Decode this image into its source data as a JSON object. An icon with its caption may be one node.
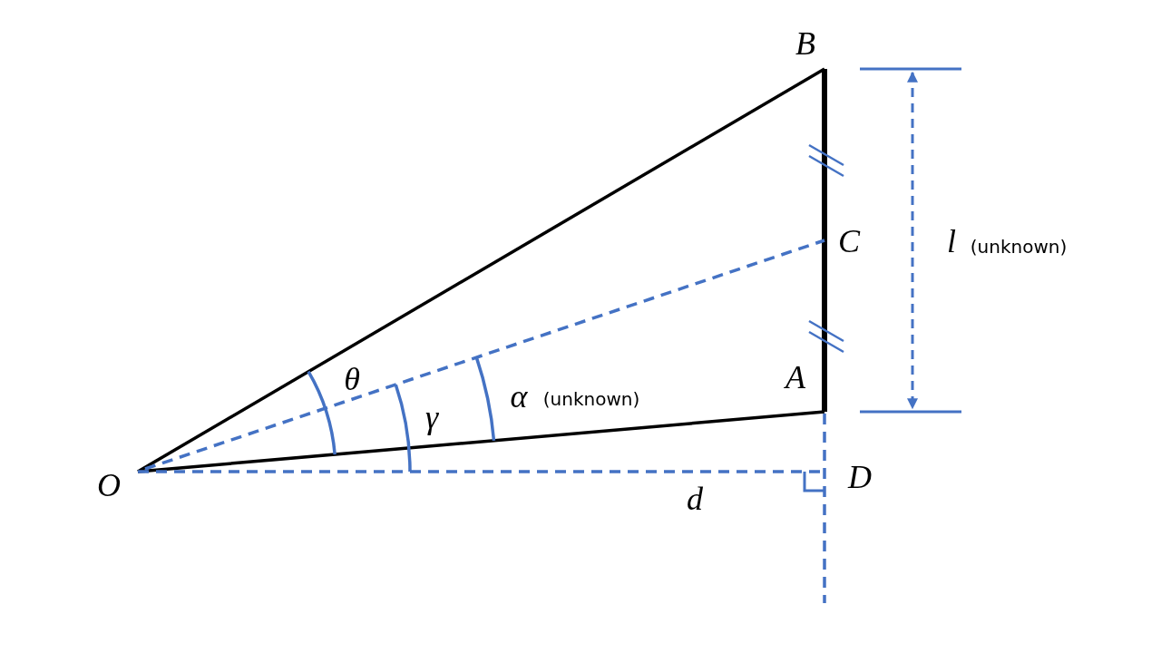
{
  "diagram": {
    "labels": [
      "B",
      "l",
      "(unknown)",
      "C",
      "θ",
      "A",
      "α",
      "(unknown)",
      "γ",
      "O",
      "D",
      "d"
    ]
  }
}
